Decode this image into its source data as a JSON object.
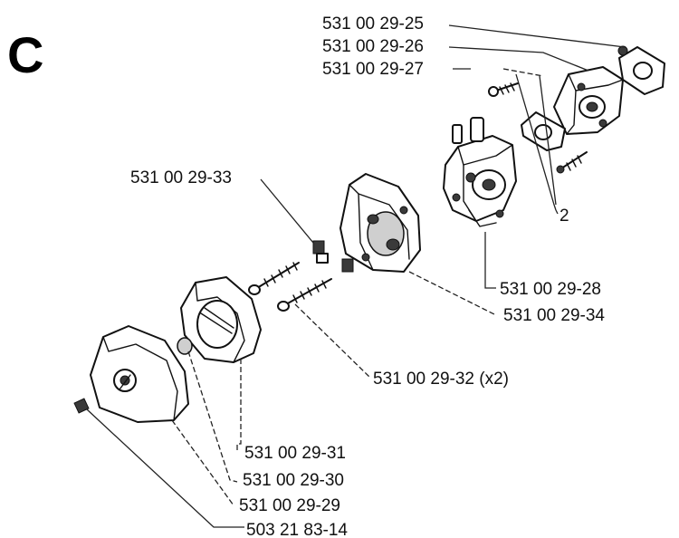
{
  "section_letter": "C",
  "callout_number": "2",
  "parts": {
    "gasket_top": "531 00 29-25",
    "intake_flange": "531 00 29-26",
    "gasket_small": "531 00 29-27",
    "carburetor": "531 00 29-28",
    "rear_plate_screw": "531 00 29-33",
    "rear_plate": "531 00 29-34",
    "long_screws": "531 00 29-32 (x2)",
    "filter_element": "531 00 29-31",
    "filter_nut": "531 00 29-30",
    "cover": "531 00 29-29",
    "cover_knob": "503 21 83-14"
  }
}
